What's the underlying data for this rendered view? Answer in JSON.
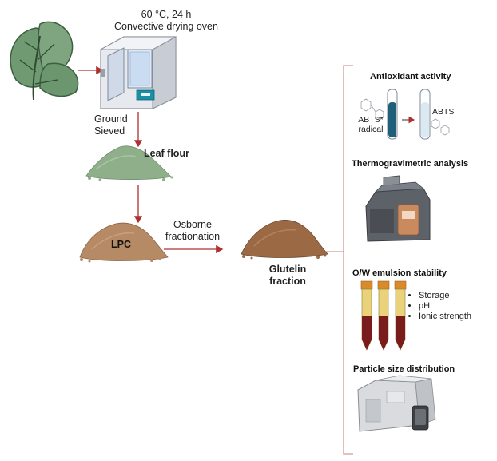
{
  "drying": {
    "condition": "60 °C, 24 h",
    "equipment": "Convective drying oven"
  },
  "step_grind": {
    "line1": "Ground",
    "line2": "Sieved"
  },
  "leaf_flour": "Leaf flour",
  "lpc": "LPC",
  "osborne": {
    "line1": "Osborne",
    "line2": "fractionation"
  },
  "glutelin": {
    "line1": "Glutelin",
    "line2": "fraction"
  },
  "analyses": {
    "antioxidant": {
      "title": "Antioxidant activity",
      "radical_line1": "ABTS*",
      "radical_line2": "radical",
      "product": "ABTS"
    },
    "tga": {
      "title": "Thermogravimetric analysis"
    },
    "emulsion": {
      "title": "O/W emulsion stability",
      "bullets": [
        "Storage",
        "pH",
        "Ionic strength"
      ]
    },
    "psd": {
      "title": "Particle size distribution"
    }
  },
  "colors": {
    "arrow": "#b03030",
    "bracket": "#d49a9a",
    "leaf": "#6f9a72",
    "leaf_flour": "#8fae8a",
    "lpc": "#b58a64",
    "glutelin": "#9b6a44",
    "tube_liquid_dark": "#1f5f7a",
    "emulsion_top": "#e9d27a",
    "emulsion_bottom": "#7a1c1c"
  }
}
